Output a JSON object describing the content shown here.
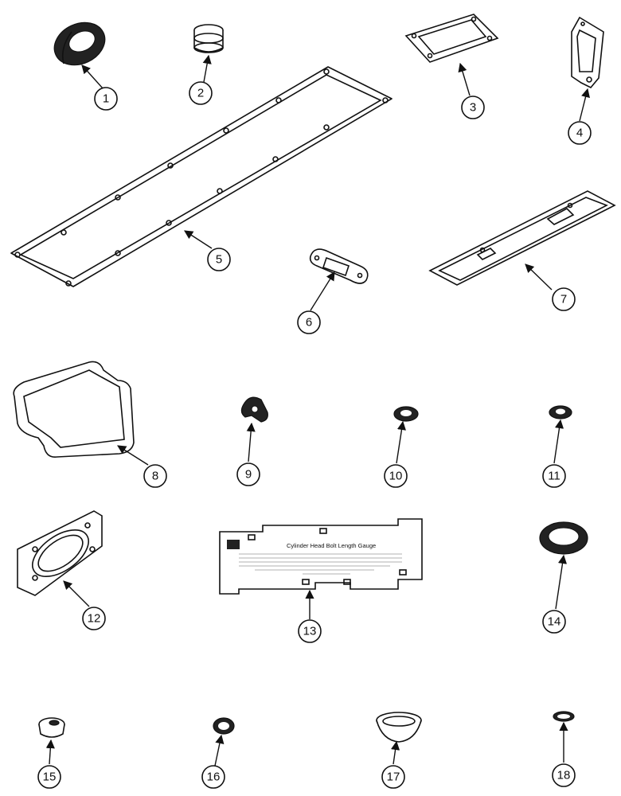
{
  "callouts": [
    "1",
    "2",
    "3",
    "4",
    "5",
    "6",
    "7",
    "8",
    "9",
    "10",
    "11",
    "12",
    "13",
    "14",
    "15",
    "16",
    "17",
    "18"
  ],
  "gauge": {
    "title": "Cylinder Head Bolt Length Gauge"
  }
}
